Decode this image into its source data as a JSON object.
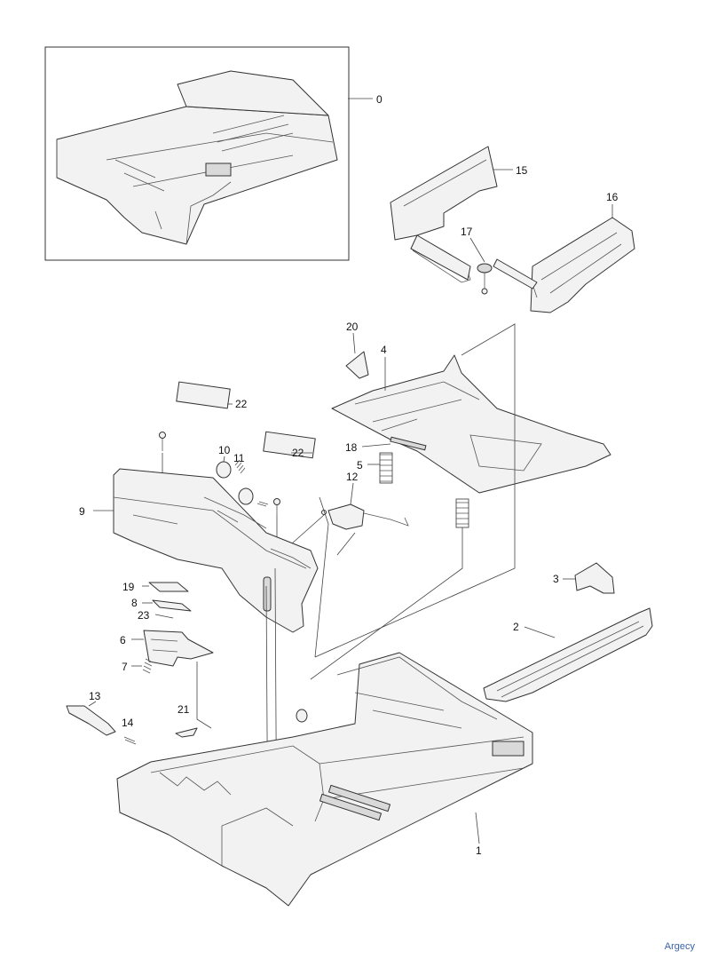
{
  "callouts": {
    "c0": "0",
    "c1": "1",
    "c2": "2",
    "c3": "3",
    "c4": "4",
    "c5": "5",
    "c6": "6",
    "c7": "7",
    "c8": "8",
    "c9": "9",
    "c10": "10",
    "c11": "11",
    "c12": "12",
    "c13": "13",
    "c14": "14",
    "c15": "15",
    "c16": "16",
    "c17": "17",
    "c18": "18",
    "c19": "19",
    "c20": "20",
    "c21": "21",
    "c22a": "22",
    "c22b": "22",
    "c23": "23"
  },
  "watermark": "Argecy"
}
